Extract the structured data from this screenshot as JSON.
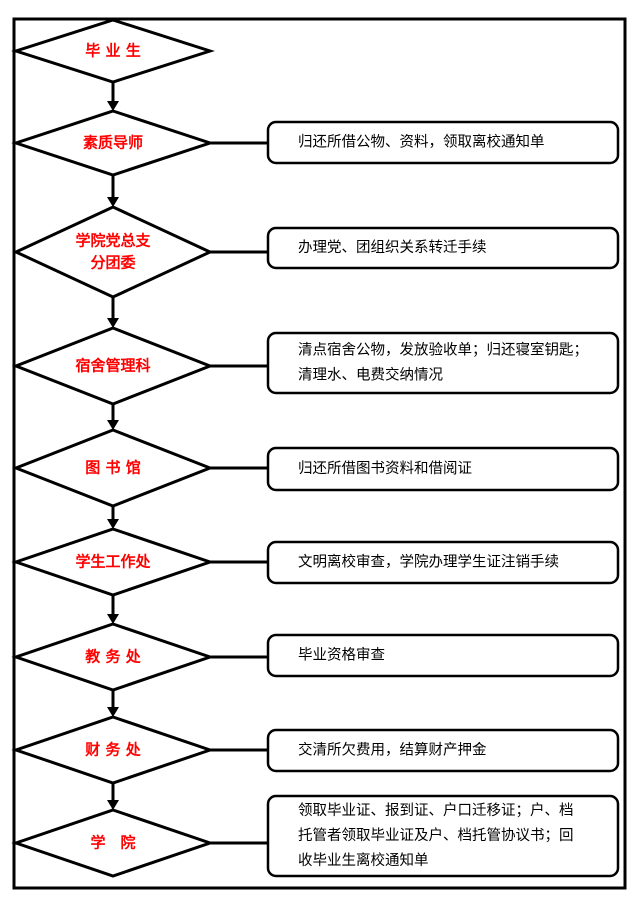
{
  "steps": [
    {
      "label": [
        "毕 业 生"
      ],
      "desc": []
    },
    {
      "label": [
        "素质导师"
      ],
      "desc": [
        "归还所借公物、资料，领取离校通知单"
      ]
    },
    {
      "label": [
        "学院党总支",
        "分团委"
      ],
      "desc": [
        "办理党、团组织关系转迁手续"
      ]
    },
    {
      "label": [
        "宿舍管理科"
      ],
      "desc": [
        "清点宿舍公物，发放验收单；归还寝室钥匙；",
        "清理水、电费交纳情况"
      ]
    },
    {
      "label": [
        "图 书 馆"
      ],
      "desc": [
        "归还所借图书资料和借阅证"
      ]
    },
    {
      "label": [
        "学生工作处"
      ],
      "desc": [
        "文明离校审查，学院办理学生证注销手续"
      ]
    },
    {
      "label": [
        "教 务 处"
      ],
      "desc": [
        "毕业资格审查"
      ]
    },
    {
      "label": [
        "财 务 处"
      ],
      "desc": [
        "交清所欠费用，结算财产押金"
      ]
    },
    {
      "label": [
        "学　院"
      ],
      "desc": [
        "领取毕业证、报到证、户口迁移证；户、档",
        "托管者领取毕业证及户、档托管协议书；回",
        "收毕业生离校通知单"
      ]
    }
  ],
  "colors": {
    "label": "#ff0000",
    "line": "#000000"
  }
}
